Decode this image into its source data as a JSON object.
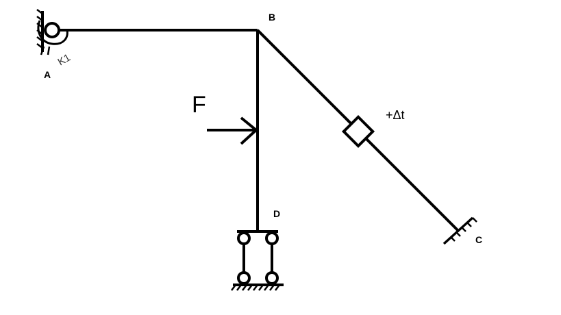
{
  "labels": {
    "node_a": "A",
    "node_b": "B",
    "node_c": "C",
    "node_d": "D",
    "force": "F",
    "temperature": "+Δt",
    "spring": "K1"
  },
  "colors": {
    "stroke": "#000000",
    "background": "#ffffff"
  }
}
